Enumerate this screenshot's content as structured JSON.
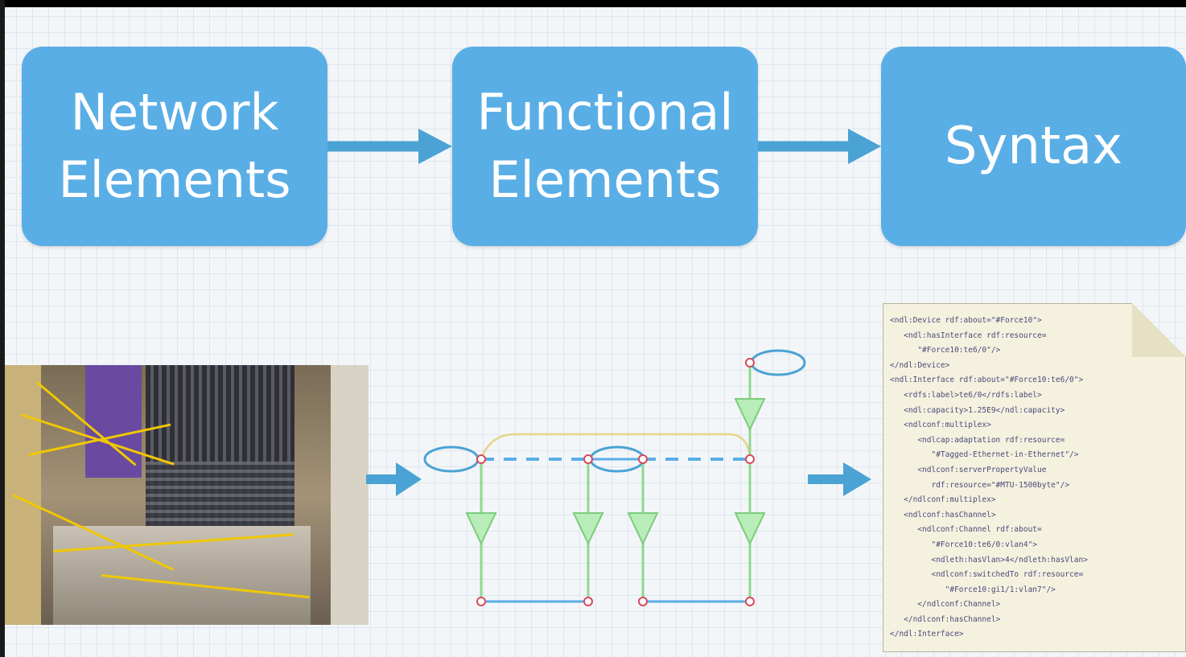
{
  "boxes": {
    "network_elements": "Network\nElements",
    "functional_elements": "Functional\nElements",
    "syntax": "Syntax"
  },
  "colors": {
    "box_fill": "#5aaee6",
    "arrow": "#4aa3d4",
    "node_red": "#d84a5a",
    "triangle_green": "#8fd98f",
    "link_blue": "#5aaee6"
  },
  "ndl_document": {
    "lines": [
      "<ndl:Device rdf:about=\"#Force10\">",
      "   <ndl:hasInterface rdf:resource=",
      "      \"#Force10:te6/0\"/>",
      "</ndl:Device>",
      "<ndl:Interface rdf:about=\"#Force10:te6/0\">",
      "   <rdfs:label>te6/0</rdfs:label>",
      "   <ndl:capacity>1.25E9</ndl:capacity>",
      "   <ndlconf:multiplex>",
      "      <ndlcap:adaptation rdf:resource=",
      "         \"#Tagged-Ethernet-in-Ethernet\"/>",
      "      <ndlconf:serverPropertyValue",
      "         rdf:resource=\"#MTU-1500byte\"/>",
      "   </ndlconf:multiplex>",
      "   <ndlconf:hasChannel>",
      "      <ndlconf:Channel rdf:about=",
      "         \"#Force10:te6/0:vlan4\">",
      "         <ndleth:hasVlan>4</ndleth:hasVlan>",
      "         <ndlconf:switchedTo rdf:resource=",
      "            \"#Force10:gi1/1:vlan7\"/>",
      "      </ndlconf:Channel>",
      "   </ndlconf:hasChannel>",
      "</ndl:Interface>"
    ]
  }
}
